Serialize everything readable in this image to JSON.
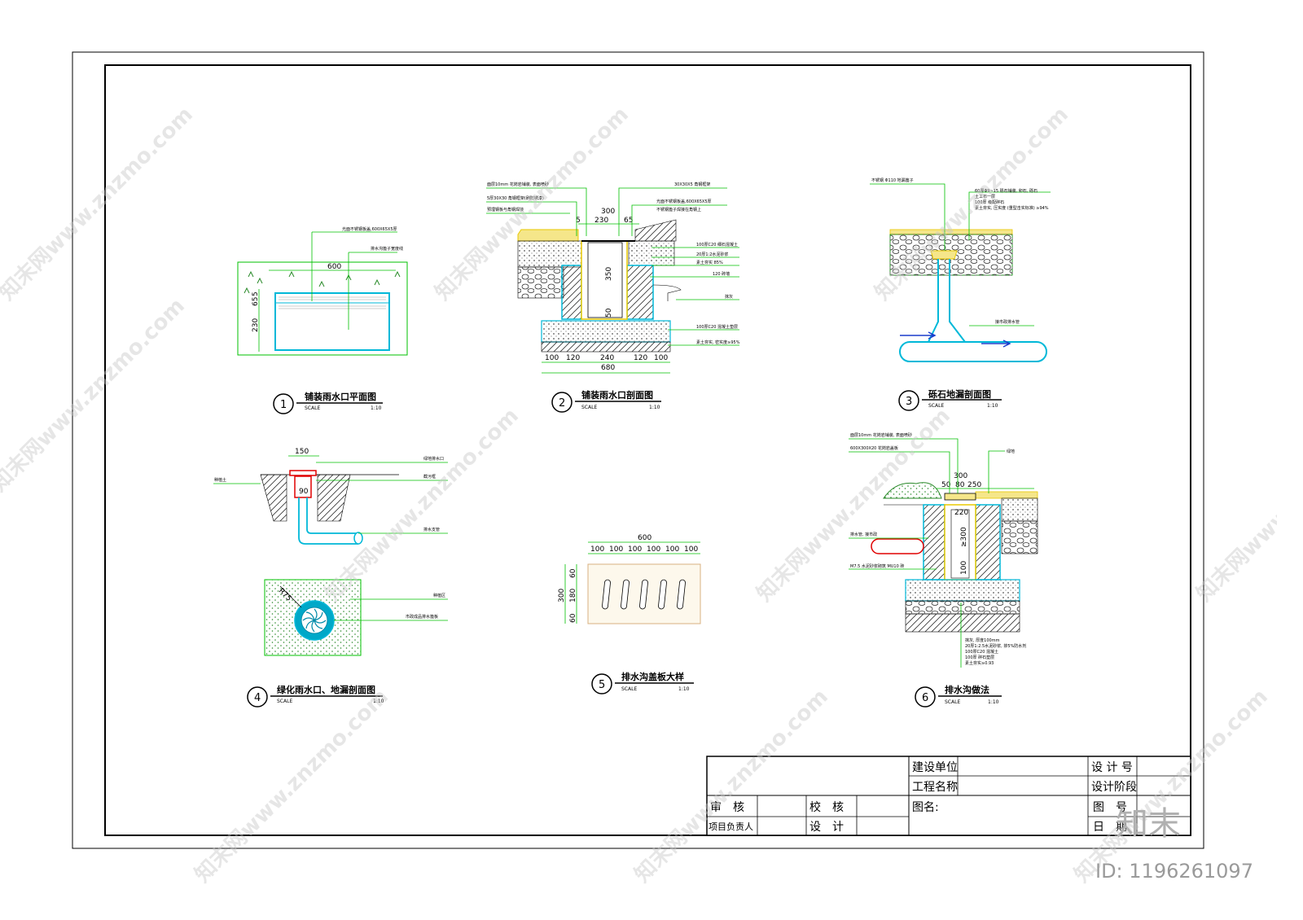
{
  "details": [
    {
      "number": "1",
      "title": "铺装雨水口平面图",
      "scale_label": "SCALE",
      "scale": "1:10",
      "dims": [
        "600",
        "5",
        "65",
        "230"
      ],
      "notes": [
        "光面不锈钢板盖,600X65X5厚",
        "排水沟篦子宽度线"
      ]
    },
    {
      "number": "2",
      "title": "铺装雨水口剖面图",
      "scale_label": "SCALE",
      "scale": "1:10",
      "dims": [
        "300",
        "230",
        "65",
        "5",
        "350",
        "50",
        "100",
        "120",
        "240",
        "120",
        "100",
        "680"
      ],
      "notes": [
        "面层10mm 花岗岩铺装, 表面喷砂",
        "5厚30X30 角钢框架(刷防锈漆)",
        "预埋钢板与角钢焊接",
        "30X30X5 角钢框架",
        "光面不锈钢板盖,600X65X5厚",
        "不锈钢篦子焊接在角钢上",
        "100厚C20 细石混凝土",
        "20厚1:2水泥砂浆",
        "素土夯实 85%",
        "120 砖墙",
        "抹灰",
        "100厚C20 混凝土垫层",
        "素土夯实, 密实度≥95%"
      ]
    },
    {
      "number": "3",
      "title": "砾石地漏剖面图",
      "scale_label": "SCALE",
      "scale": "1:10",
      "notes": [
        "不锈钢 Φ110 地漏篦子",
        "60厚Φ9~15 砾石铺装, 卵石, 砾石",
        "土工布一层",
        "100厚 级配碎石",
        "素土夯实, 压实度 (重型击实标准) ≥94%",
        "接市政排水管"
      ]
    },
    {
      "number": "4",
      "title": "绿化雨水口、地漏剖面图",
      "scale_label": "SCALE",
      "scale": "1:10",
      "dims": [
        "150",
        "90",
        "R75"
      ],
      "notes": [
        "种植土",
        "绿地排水口",
        "截污框",
        "排水支管",
        "种植区",
        "市政成品排水篦板"
      ]
    },
    {
      "number": "5",
      "title": "排水沟盖板大样",
      "scale_label": "SCALE",
      "scale": "1:10",
      "dims": [
        "600",
        "100",
        "100",
        "100",
        "100",
        "100",
        "100",
        "300",
        "60",
        "180",
        "60"
      ]
    },
    {
      "number": "6",
      "title": "排水沟做法",
      "scale_label": "SCALE",
      "scale": "1:10",
      "dims": [
        "300",
        "50",
        "80",
        "250",
        "220",
        "≥300",
        "100"
      ],
      "notes": [
        "面层10mm 花岗岩铺装, 表面喷砂",
        "600X300X20 花岗岩盖板",
        "绿地",
        "排水管, 接市政",
        "M7.5 水泥砂浆砌筑 MU10 砖",
        "抹灰, 厚度100mm",
        "20厚1:2.5水泥砂浆, 掺5%防水剂",
        "100厚C20 混凝土",
        "100厚 碎石垫层",
        "素土夯实≥0.93"
      ]
    }
  ],
  "title_block": {
    "construction_unit": "建设单位",
    "project_name": "工程名称",
    "review": "审　核",
    "check": "校　核",
    "project_lead": "项目负责人",
    "design": "设　计",
    "drawing_name": "图名:",
    "design_no": "设 计 号",
    "design_stage": "设计阶段",
    "drawing_no": "图　号",
    "date": "日　期"
  },
  "watermark": {
    "text": "知末网www.znzmo.com",
    "logo": "知末",
    "id": "ID: 1196261097"
  },
  "colors": {
    "line_green": "#00c000",
    "line_cyan": "#00b8d8",
    "line_red": "#e00000",
    "line_yellow": "#e8c800",
    "line_blue": "#1a3ccc",
    "border": "#000000"
  }
}
